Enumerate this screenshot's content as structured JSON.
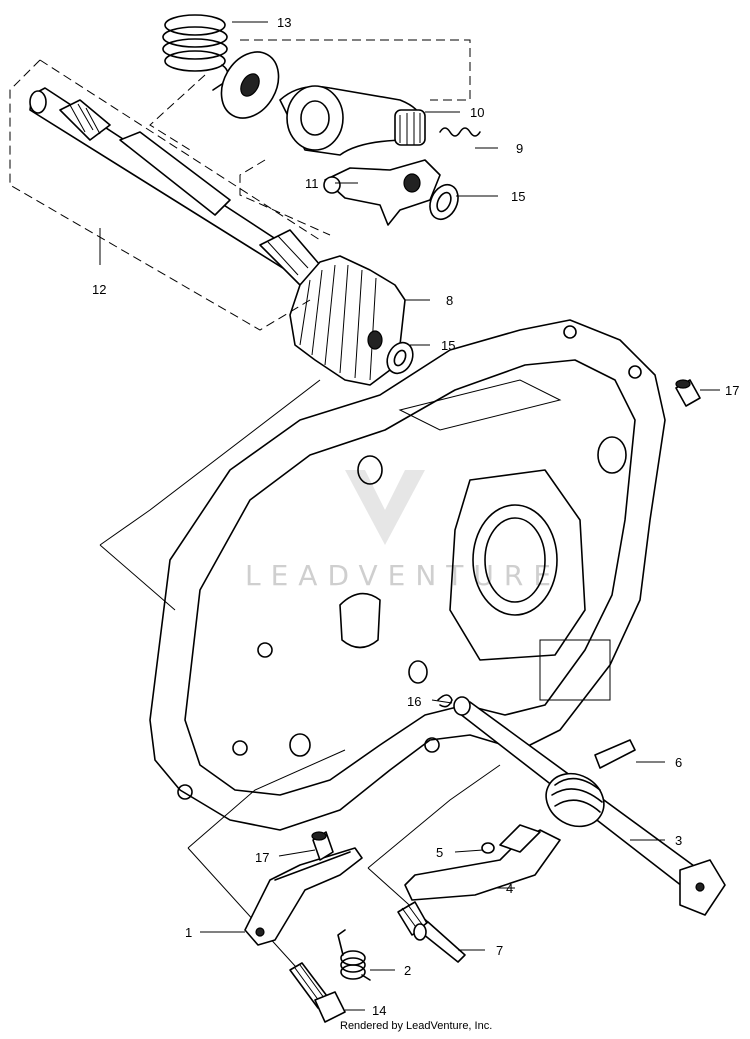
{
  "diagram": {
    "callouts": {
      "c1": "1",
      "c2": "2",
      "c3": "3",
      "c4": "4",
      "c5": "5",
      "c6": "6",
      "c7": "7",
      "c8": "8",
      "c9": "9",
      "c10": "10",
      "c11": "11",
      "c12": "12",
      "c13": "13",
      "c14": "14",
      "c15a": "15",
      "c15b": "15",
      "c16": "16",
      "c17a": "17",
      "c17b": "17"
    },
    "watermark": "LEADVENTURE",
    "credit": "Rendered by LeadVenture, Inc."
  }
}
